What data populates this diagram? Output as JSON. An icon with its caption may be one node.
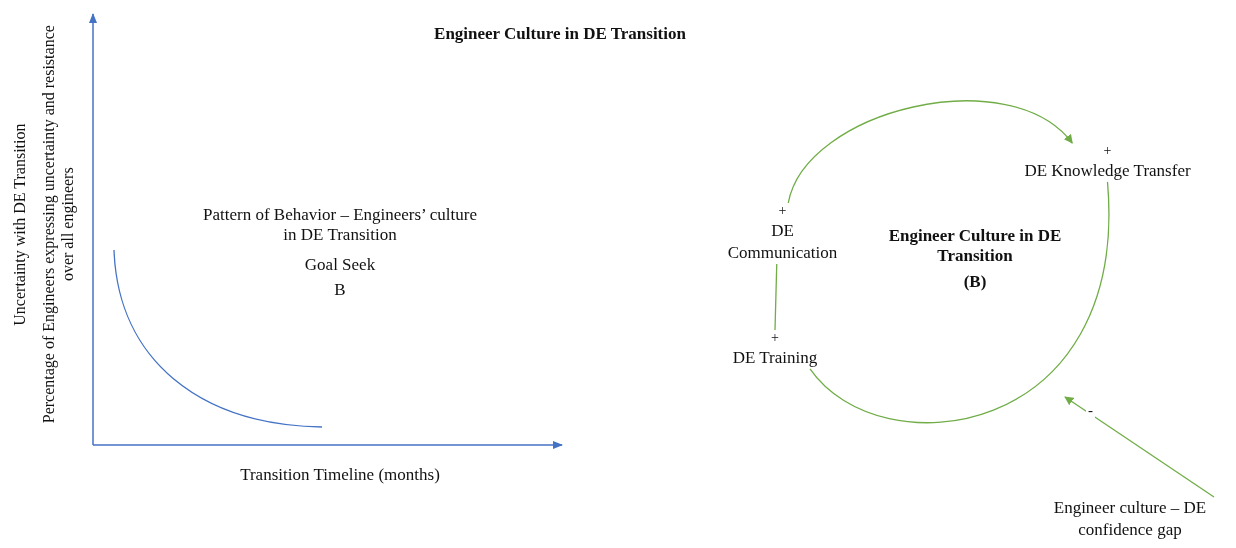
{
  "diagram": {
    "title": "Engineer Culture in DE Transition",
    "nodes": [
      {
        "text": [
          "DE Training"
        ],
        "beside": [
          "+"
        ]
      },
      {
        "text": [
          "DE Communication"
        ],
        "beside": [
          "+"
        ]
      },
      {
        "text": [
          "DE Knowledge Transfer"
        ],
        "beside": [
          "+"
        ]
      },
      {
        "text": [
          "Engineer culture – DE confidence gap"
        ]
      }
    ],
    "edges": [
      {
        "from": 0,
        "to": 1,
        "arrow": "none"
      },
      {
        "from": 1,
        "to": 2,
        "arrow": "to"
      },
      {
        "from": 2,
        "to": 0,
        "arrow": "none"
      },
      {
        "from": 3,
        "to": null,
        "arrow": "to",
        "label": "-"
      }
    ],
    "labels": [
      "Uncertainty with DE Transition",
      "Percentage of Engineers expressing uncertainty and resistance over all engineers",
      "Pattern of Behavior – Engineers’ culture in DE Transition",
      "Goal Seek",
      "B",
      "Transition Timeline (months)",
      "Engineer Culture in DE Transition",
      "(B)"
    ]
  }
}
